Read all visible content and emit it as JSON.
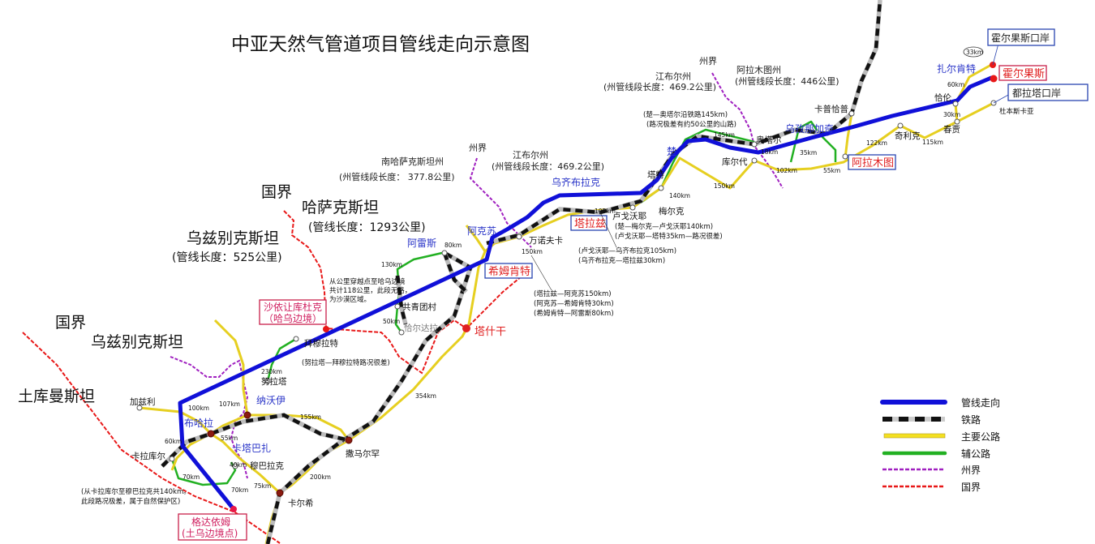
{
  "title": "中亚天然气管道项目管线走向示意图",
  "countries": {
    "kz_border": "国界",
    "kz": "哈萨克斯坦",
    "kz_len": "(管线长度：1293公里)",
    "uz": "乌兹别克斯坦",
    "uz_len": "(管线长度：525公里)",
    "uz_tm_border": "国界",
    "uz2": "乌兹别克斯坦",
    "tm": "土库曼斯坦"
  },
  "states": {
    "south_kz": "南哈萨克斯坦州",
    "south_kz_len": "(州管线段长度： 377.8公里)",
    "boundary1": "州界",
    "jambyl1": "江布尔州",
    "jambyl1_len": "(州管线段长度：469.2公里)",
    "jambyl2": "江布尔州",
    "jambyl2_len": "(州管线段长度：469.2公里)",
    "boundary2": "州界",
    "almaty": "阿拉木图州",
    "almaty_len": "(州管线段长度：446公里)"
  },
  "blue_cities": [
    "阿雷斯",
    "阿克苏",
    "乌齐布拉克",
    "楚",
    "乌孜那加奇",
    "扎尔肯特",
    "布哈拉",
    "纳沃伊",
    "卡塔巴扎"
  ],
  "red_cities": {
    "shymkent": "希姆肯特",
    "taraz": "塔拉兹",
    "almaty": "阿拉木图",
    "khorgos": "霍尔果斯",
    "tashkent": "塔什干",
    "kz_uz_border_1": "沙依让库杜克",
    "kz_uz_border_2": "（哈乌边境）",
    "tm_uz_border_1": "格达依姆",
    "tm_uz_border_2": "(土乌边境点)"
  },
  "ports": {
    "khorgos_port": "霍尔果斯口岸",
    "dulata_port": "都拉塔口岸"
  },
  "cities": [
    "塔特",
    "梅尔克",
    "卢戈沃耶",
    "万诺夫卡",
    "库尔代",
    "奥塔尔",
    "卡普恰普",
    "奇利克",
    "春贾",
    "恰伦",
    "杜本斯卡亚",
    "共青团村",
    "恰尔达拉",
    "拜穆拉特",
    "努拉塔",
    "加兹利",
    "卡拉库尔",
    "穆巴拉克",
    "撒马尔罕",
    "卡尔希"
  ],
  "distances": [
    "145km",
    "150km",
    "140km",
    "105km",
    "18km",
    "35km",
    "102km",
    "55km",
    "122km",
    "115km",
    "30km",
    "60km",
    "33km",
    "80km",
    "130km",
    "50km",
    "150km",
    "230km",
    "107km",
    "100km",
    "155km",
    "55km",
    "60km",
    "40km",
    "70km",
    "70km",
    "75km",
    "200km",
    "354km"
  ],
  "notes": {
    "chu_otar_1": "(楚—奥塔尔沿铁路145km)",
    "chu_otar_2": "(路况极差有约50公里的山路)",
    "chu_merke_1": "(楚—梅尔克—卢戈沃耶140km)",
    "chu_merke_2": "(卢戈沃耶—塔特35km—路况很差)",
    "lugovoy_1": "(卢戈沃耶—乌齐布拉克105km)",
    "lugovoy_2": "(乌齐布拉克—塔拉兹30km)",
    "taraz_1": "(塔拉兹—阿克苏150km)",
    "taraz_2": "(阿克苏—希姆肯特30km)",
    "taraz_3": "(希姆肯特—阿雷斯80km)",
    "desert_1": "从公里穿越点至哈乌边境",
    "desert_2": "共计118公里，此段无路，",
    "desert_3": "为沙漠区域。",
    "nurata": "(努拉塔—拜穆拉特路况很差)",
    "karakul_1": "(从卡拉库尔至穆巴拉克共140km。",
    "karakul_2": "此段路况极差，属于自然保护区)"
  },
  "legend": {
    "position": "bottom-right",
    "items": [
      {
        "label": "管线走向",
        "color": "#1010d8"
      },
      {
        "label": "铁路",
        "color": "#111111"
      },
      {
        "label": "主要公路",
        "color": "#e6cf20"
      },
      {
        "label": "辅公路",
        "color": "#22b022"
      },
      {
        "label": "州界",
        "color": "#a020c0"
      },
      {
        "label": "国界",
        "color": "#e81818"
      }
    ]
  }
}
